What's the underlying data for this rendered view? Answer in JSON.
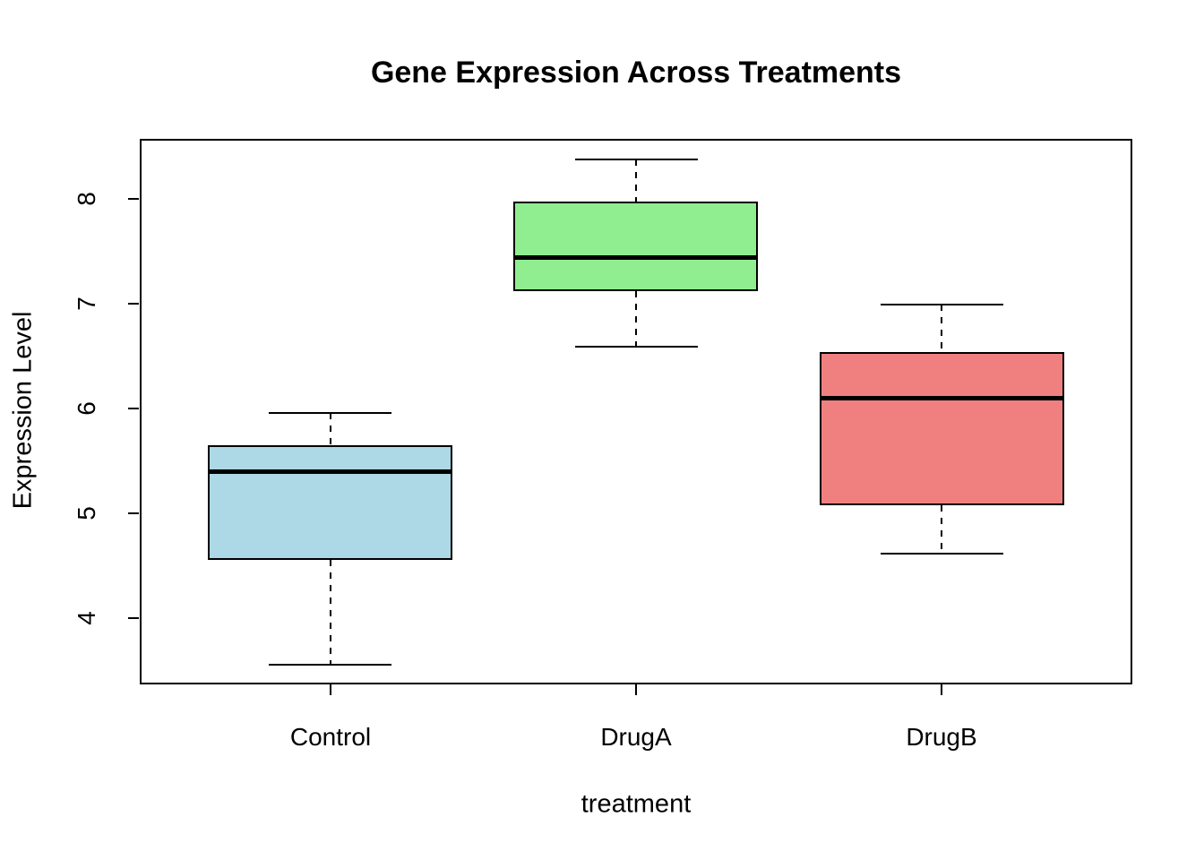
{
  "chart_data": {
    "type": "boxplot",
    "title": "Gene Expression Across Treatments",
    "xlabel": "treatment",
    "ylabel": "Expression Level",
    "categories": [
      "Control",
      "DrugA",
      "DrugB"
    ],
    "yticks": [
      "4",
      "5",
      "6",
      "7",
      "8"
    ],
    "ylim": [
      3.38,
      8.56
    ],
    "xlim": [
      0.38,
      3.62
    ],
    "box_width": 0.8,
    "cap_width": 0.4,
    "grid": false,
    "legend": "none",
    "background": "#FFFFFF",
    "frame_color": "#000000",
    "series": [
      {
        "name": "Control",
        "position": 1,
        "fill_color": "#ADD8E6",
        "whisker_low": 3.56,
        "q1": 4.56,
        "median": 5.4,
        "q3": 5.65,
        "whisker_high": 5.96,
        "outliers": []
      },
      {
        "name": "DrugA",
        "position": 2,
        "fill_color": "#90EE90",
        "whisker_low": 6.59,
        "q1": 7.12,
        "median": 7.44,
        "q3": 7.97,
        "whisker_high": 8.37,
        "outliers": []
      },
      {
        "name": "DrugB",
        "position": 3,
        "fill_color": "#F08080",
        "whisker_low": 4.62,
        "q1": 5.08,
        "median": 6.1,
        "q3": 6.54,
        "whisker_high": 6.99,
        "outliers": []
      }
    ]
  }
}
